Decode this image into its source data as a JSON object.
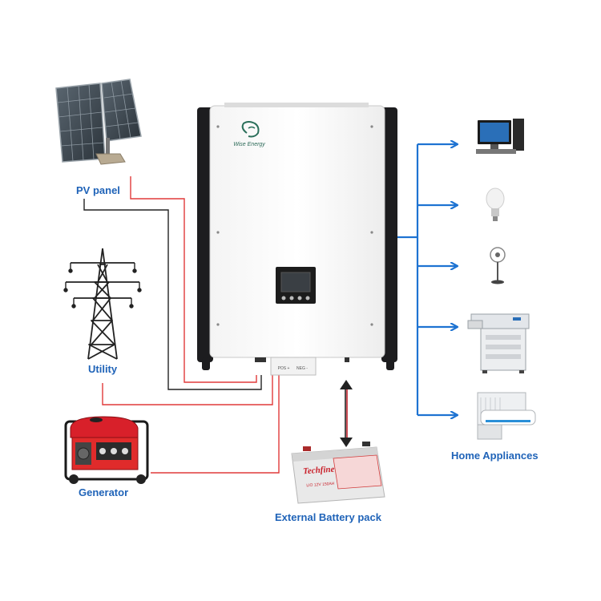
{
  "colors": {
    "label_blue": "#1f63b8",
    "arrow_blue": "#1e73d2",
    "wire_red": "#e03a3a",
    "wire_black": "#222222",
    "battery_arrow_red": "#c0202a"
  },
  "labels": {
    "pv_panel": "PV panel",
    "utility": "Utility",
    "generator": "Generator",
    "battery": "External Battery pack",
    "home_appliances": "Home Appliances"
  },
  "inverter": {
    "brand": "Wise Energy",
    "terminal_pos": "POS +",
    "terminal_neg": "NEG -"
  },
  "battery": {
    "brand": "Techfine",
    "model": "LIO 12V 150AH"
  },
  "appliances": [
    {
      "icon": "desktop-computer-icon"
    },
    {
      "icon": "light-bulb-icon"
    },
    {
      "icon": "electric-fan-icon"
    },
    {
      "icon": "printer-copier-icon"
    },
    {
      "icon": "air-conditioner-icon"
    }
  ]
}
